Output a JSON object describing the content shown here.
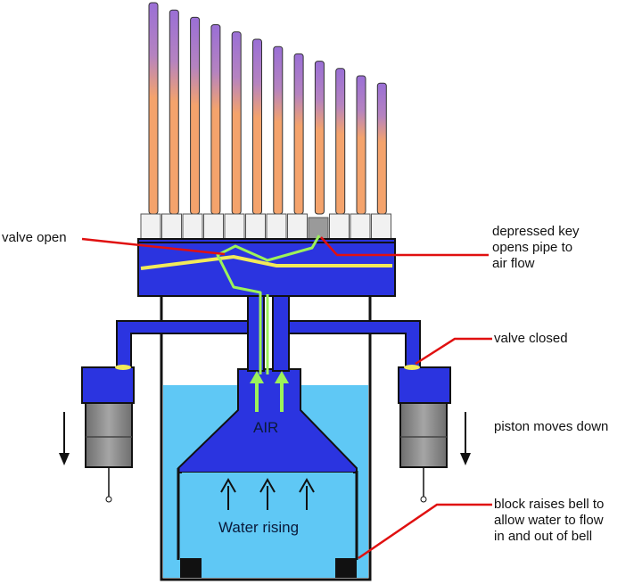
{
  "labels": {
    "valve_open": "valve open",
    "depressed_key": [
      "depressed key",
      "opens pipe to",
      "air flow"
    ],
    "valve_closed": "valve closed",
    "piston_moves_down": "piston moves down",
    "block_raises_bell": [
      "block raises bell to",
      "allow water to flow",
      "in and out of bell"
    ],
    "air": "AIR",
    "water_rising": "Water rising"
  },
  "colors": {
    "pipe_top": "#9a6fd6",
    "pipe_bottom": "#f4a36c",
    "wind_chest": "#2b34e0",
    "valve_slot": "#f2ea5a",
    "air_path": "#9cf25a",
    "water": "#5fc8f5",
    "bell": "#2b34e0",
    "pointer": "#e01010",
    "piston_gray": "#8c8c8c"
  },
  "pipe_count": 12,
  "key_count": 12
}
